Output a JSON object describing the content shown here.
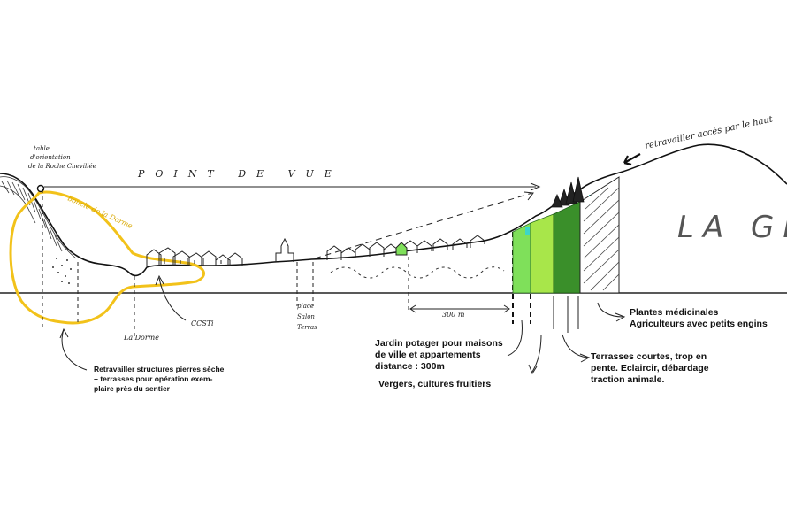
{
  "labels": {
    "table_line1": "table",
    "table_line2": "d'orientation",
    "table_line3": "de la Roche Chevillée",
    "point_de_vue": "POINT DE VUE",
    "boucle": "boucle de la Dorme",
    "retravailler_acces": "retravailler accès par le haut",
    "la_glo": "LA GLO",
    "la_dorme": "La Dorme",
    "ccsti": "CCSTi",
    "place_line1": "place",
    "place_line2": "Salon",
    "place_line3": "Terras",
    "distance": "300 m"
  },
  "notes": {
    "structures": [
      "Retravailler structures pierres sèche",
      "+ terrasses pour opération exem-",
      "plaire près du sentier"
    ],
    "jardin": [
      "Jardin potager pour maisons",
      "de ville et appartements",
      "distance : 300m"
    ],
    "vergers": "Vergers, cultures fruitiers",
    "terrasses": [
      "Terrasses courtes, trop en",
      "pente. Eclaircir, débardage",
      "traction animale."
    ],
    "plantes": [
      "Plantes médicinales",
      "Agriculteurs avec petits engins"
    ]
  },
  "colors": {
    "yellow_loop": "#f2c21a",
    "light_green": "#7fe05a",
    "mid_green": "#a8e64a",
    "dark_green": "#3a8f2a",
    "cyan_accent": "#3dd6c8",
    "ink": "#111111"
  }
}
